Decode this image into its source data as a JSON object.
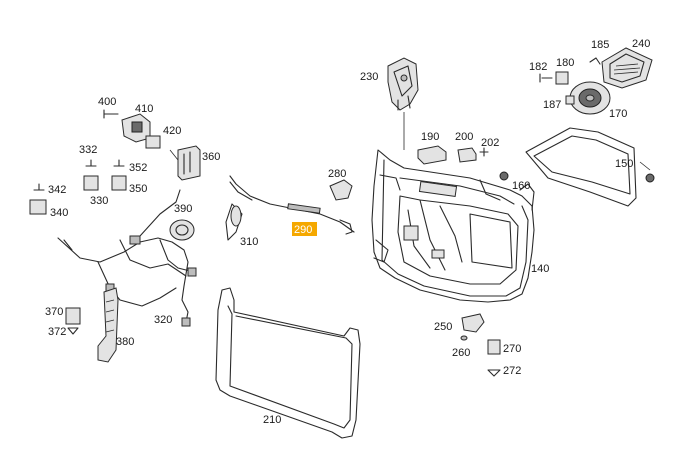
{
  "diagram": {
    "highlight_color": "#f5a800",
    "callouts": [
      {
        "id": "c150",
        "text": "150"
      },
      {
        "id": "c140",
        "text": "140"
      },
      {
        "id": "c160",
        "text": "160"
      },
      {
        "id": "c170",
        "text": "170"
      },
      {
        "id": "c180",
        "text": "180"
      },
      {
        "id": "c182",
        "text": "182"
      },
      {
        "id": "c185",
        "text": "185"
      },
      {
        "id": "c187",
        "text": "187"
      },
      {
        "id": "c190",
        "text": "190"
      },
      {
        "id": "c200",
        "text": "200"
      },
      {
        "id": "c202",
        "text": "202"
      },
      {
        "id": "c210",
        "text": "210"
      },
      {
        "id": "c230",
        "text": "230"
      },
      {
        "id": "c240",
        "text": "240"
      },
      {
        "id": "c250",
        "text": "250"
      },
      {
        "id": "c260",
        "text": "260"
      },
      {
        "id": "c270",
        "text": "270"
      },
      {
        "id": "c272",
        "text": "272"
      },
      {
        "id": "c280",
        "text": "280"
      },
      {
        "id": "c290",
        "text": "290",
        "highlighted": true
      },
      {
        "id": "c310",
        "text": "310"
      },
      {
        "id": "c320",
        "text": "320"
      },
      {
        "id": "c330",
        "text": "330"
      },
      {
        "id": "c332",
        "text": "332"
      },
      {
        "id": "c340",
        "text": "340"
      },
      {
        "id": "c342",
        "text": "342"
      },
      {
        "id": "c350",
        "text": "350"
      },
      {
        "id": "c352",
        "text": "352"
      },
      {
        "id": "c360",
        "text": "360"
      },
      {
        "id": "c370",
        "text": "370"
      },
      {
        "id": "c372",
        "text": "372"
      },
      {
        "id": "c380",
        "text": "380"
      },
      {
        "id": "c390",
        "text": "390"
      },
      {
        "id": "c400",
        "text": "400"
      },
      {
        "id": "c410",
        "text": "410"
      },
      {
        "id": "c420",
        "text": "420"
      }
    ]
  }
}
